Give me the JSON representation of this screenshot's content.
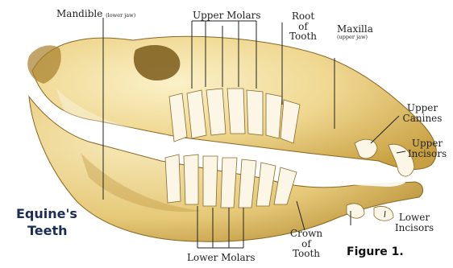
{
  "labels": {
    "mandible": "Mandible",
    "mandible_sub": "(lower jaw)",
    "upper_molars": "Upper Molars",
    "root_line1": "Root",
    "root_line2": "of",
    "root_line3": "Tooth",
    "maxilla": "Maxilla",
    "maxilla_sub": "(upper jaw)",
    "upper_canines_line1": "Upper",
    "upper_canines_line2": "Canines",
    "upper_incisors_line1": "Upper",
    "upper_incisors_line2": "Incisors",
    "lower_incisors_line1": "Lower",
    "lower_incisors_line2": "Incisors",
    "crown_line1": "Crown",
    "crown_line2": "of",
    "crown_line3": "Tooth",
    "lower_molars": "Lower Molars"
  },
  "title": {
    "line1": "Equine's",
    "line2": "Teeth"
  },
  "figure_caption": "Figure 1.",
  "colors": {
    "bone_light": "#f6e7b4",
    "bone_mid": "#e2c063",
    "bone_dark": "#9c7424",
    "tooth": "#fbf6e6",
    "title": "#1c2d55"
  }
}
